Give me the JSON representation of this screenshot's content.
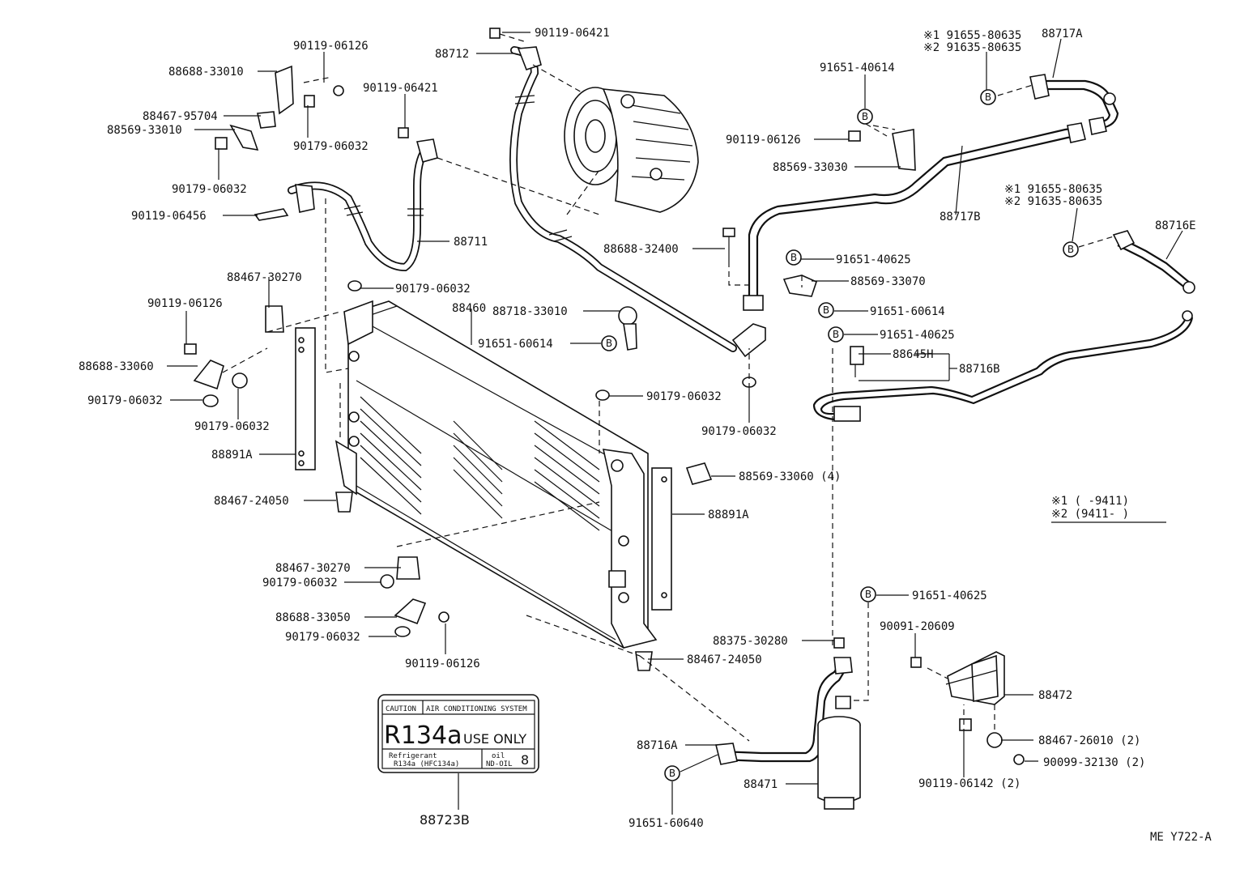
{
  "parts": {
    "p_90119_06421_top": "90119-06421",
    "p_88712": "88712",
    "p_90119_06126_a": "90119-06126",
    "p_88688_33010": "88688-33010",
    "p_88467_95704": "88467-95704",
    "p_88569_33010": "88569-33010",
    "p_90179_06032_a": "90179-06032",
    "p_90179_06032_b": "90179-06032",
    "p_90119_06421_mid": "90119-06421",
    "p_90119_06456": "90119-06456",
    "p_88711": "88711",
    "p_88467_30270_a": "88467-30270",
    "p_90179_06032_c": "90179-06032",
    "p_88460": "88460",
    "p_88718_33010": "88718-33010",
    "p_91651_60614_a": "91651-60614",
    "p_90119_06126_b": "90119-06126",
    "p_88688_33060": "88688-33060",
    "p_90179_06032_d": "90179-06032",
    "p_90179_06032_e": "90179-06032",
    "p_88891A_a": "88891A",
    "p_88467_24050_a": "88467-24050",
    "p_90179_06032_f": "90179-06032",
    "p_90179_06032_g": "90179-06032",
    "p_88569_33060": "88569-33060 (4)",
    "p_88891A_b": "88891A",
    "p_88467_30270_b": "88467-30270",
    "p_90179_06032_h": "90179-06032",
    "p_88688_33050": "88688-33050",
    "p_90179_06032_i": "90179-06032",
    "p_90119_06126_c": "90119-06126",
    "p_88467_24050_b": "88467-24050",
    "p_91651_40614": "91651-40614",
    "p_90119_06126_d": "90119-06126",
    "p_88569_33030": "88569-33030",
    "p_88688_32400": "88688-32400",
    "p_91651_40625_a": "91651-40625",
    "p_88569_33070": "88569-33070",
    "p_91651_60614_b": "91651-60614",
    "p_91651_40625_b": "91651-40625",
    "p_88645H": "88645H",
    "p_88716B": "88716B",
    "p_88717A": "88717A",
    "p_x1_91655_80635_a": "※1  91655-80635",
    "p_x2_91635_80635_a": "※2  91635-80635",
    "p_88717B": "88717B",
    "p_x1_91655_80635_b": "※1  91655-80635",
    "p_x2_91635_80635_b": "※2  91635-80635",
    "p_88716E": "88716E",
    "p_91651_40625_c": "91651-40625",
    "p_88375_30280": "88375-30280",
    "p_90091_20609": "90091-20609",
    "p_88472": "88472",
    "p_88467_26010": "88467-26010 (2)",
    "p_90099_32130": "90099-32130 (2)",
    "p_90119_06142": "90119-06142 (2)",
    "p_88716A": "88716A",
    "p_88471": "88471",
    "p_91651_60640": "91651-60640",
    "p_88723B": "88723B"
  },
  "legend": {
    "row1": "※1  (      -9411)",
    "row2": "※2  (9411-      )"
  },
  "bolt_marker": "B",
  "caution_label": {
    "caution": "CAUTION",
    "system": "AIR CONDITIONING SYSTEM",
    "refrigerant_big": "R134a",
    "use_only": "USE  ONLY",
    "refrigerant_line1": "Refrigerant",
    "refrigerant_line2": "R134a (HFC134a)",
    "oil_label": "oil",
    "oil_value": "ND-OIL",
    "oil_number": "8"
  },
  "figure_ref": "ME  Y722-A"
}
